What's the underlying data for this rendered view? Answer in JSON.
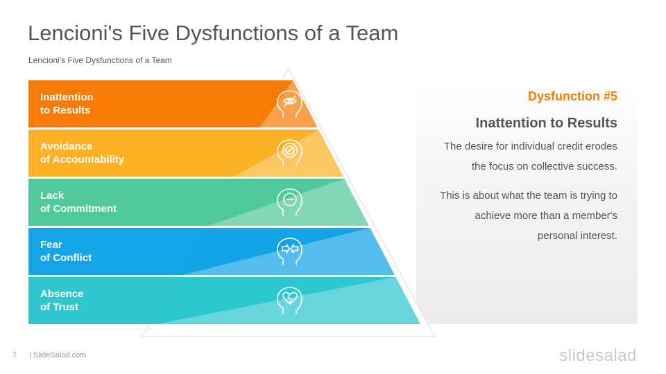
{
  "title": "Lencioni's Five Dysfunctions of a Team",
  "subtitle": "Lencioni's  Five Dysfunctions  of a Team",
  "colors": {
    "orange": "#f77b04",
    "yellow": "#fbb026",
    "green": "#4fc99b",
    "blue": "#14a4e8",
    "teal": "#2ec7d0"
  },
  "levels": [
    {
      "line1": "Inattention",
      "line2": "to Results",
      "icon": "eye-slash-head-icon",
      "color": "#f77b04"
    },
    {
      "line1": "Avoidance",
      "line2": "of Accountability",
      "icon": "prohibited-head-icon",
      "color": "#fbb026"
    },
    {
      "line1": "Lack",
      "line2": "of Commitment",
      "icon": "minus-head-icon",
      "color": "#4fc99b"
    },
    {
      "line1": "Fear",
      "line2": "of Conflict",
      "icon": "conflict-arrows-head-icon",
      "color": "#14a4e8"
    },
    {
      "line1": "Absence",
      "line2": "of Trust",
      "icon": "broken-heart-head-icon",
      "color": "#2ec7d0"
    }
  ],
  "detail": {
    "kicker": "Dysfunction #5",
    "kicker_color": "#f77b04",
    "heading": "Inattention  to Results",
    "para1": [
      "The desire for individual credit erodes",
      "the focus on collective success."
    ],
    "para2": [
      "This is about what the team is trying to",
      "achieve more than a member's",
      "personal  interest."
    ]
  },
  "footer": {
    "page_number": "7",
    "brand": "| SlideSalad.com",
    "logo": "slidesalad"
  }
}
